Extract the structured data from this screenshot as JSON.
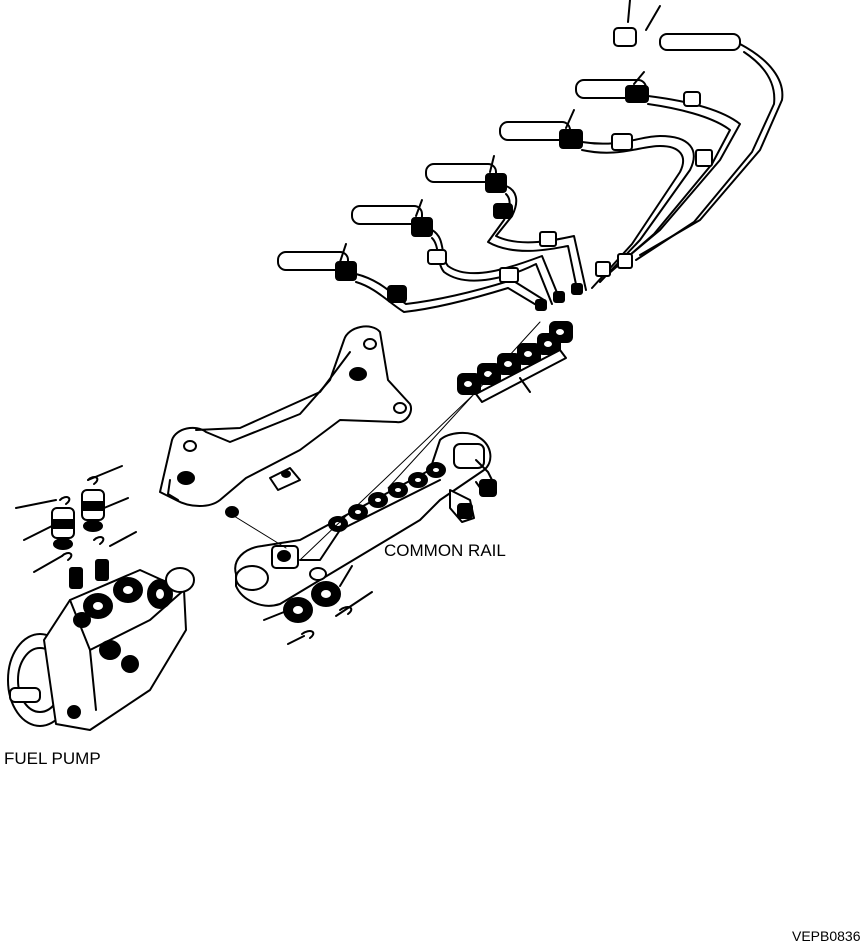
{
  "labels": {
    "common_rail": "COMMON RAIL",
    "fuel_pump": "FUEL PUMP",
    "figure_id": "VEPB0836"
  },
  "colors": {
    "ink": "#000000",
    "paper": "#ffffff"
  }
}
